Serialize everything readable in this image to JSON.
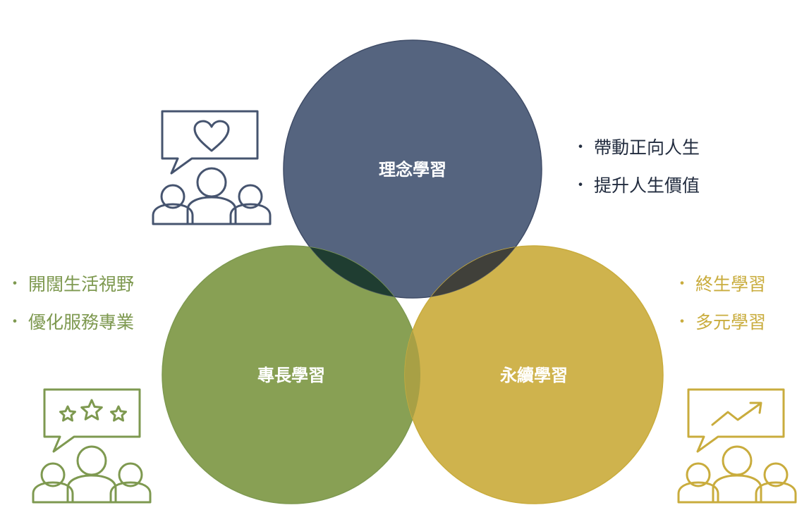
{
  "colors": {
    "navy": "#435277",
    "green": "#7d9a4c",
    "gold": "#c9ab3e",
    "navy_stroke": "#46546f",
    "green_stroke": "#7e9950",
    "gold_stroke": "#c9ac3d",
    "overlap_navy_green": "#1e3b2f",
    "overlap_navy_gold": "#3f3b2f",
    "overlap_green_gold": "#a59e45"
  },
  "circles": {
    "top": {
      "label": "理念學習"
    },
    "left": {
      "label": "專長學習"
    },
    "right": {
      "label": "永續學習"
    }
  },
  "bullets": {
    "top_right": {
      "items": [
        "帶動正向人生",
        "提升人生價值"
      ]
    },
    "left": {
      "items": [
        "開闊生活視野",
        "優化服務專業"
      ]
    },
    "right": {
      "items": [
        "終生學習",
        "多元學習"
      ]
    },
    "marker": "・"
  },
  "icons": {
    "top_left": "group-with-heart-bubble-icon",
    "bottom_left": "group-with-stars-bubble-icon",
    "bottom_right": "group-with-growth-chart-bubble-icon"
  }
}
